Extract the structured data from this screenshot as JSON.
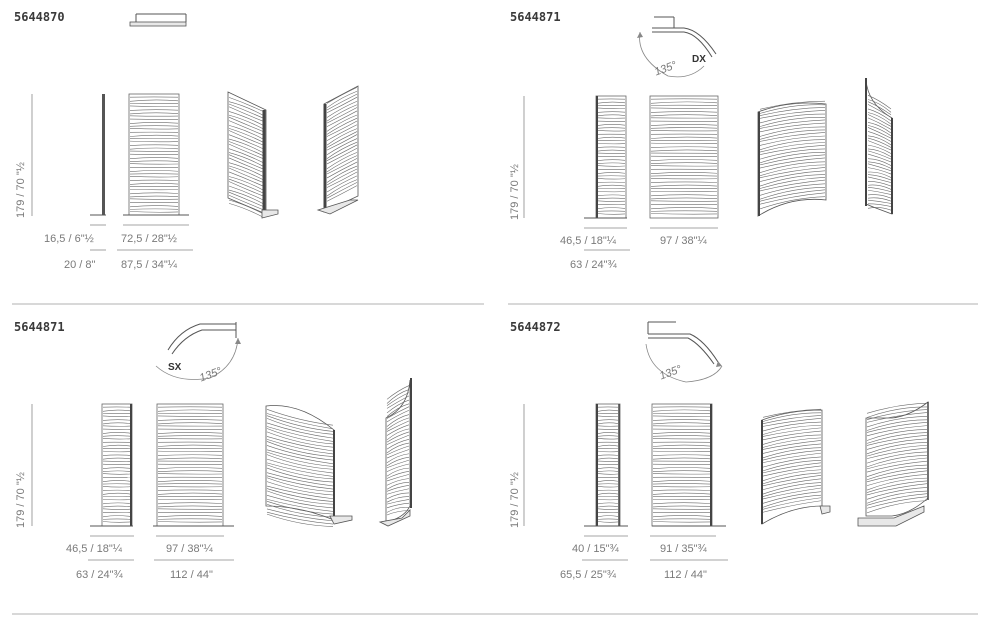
{
  "panels": [
    {
      "code": "5644870",
      "direction": "",
      "angle": "",
      "height_label": "179 / 70 \"½",
      "dims_row1": [
        "16,5 / 6\"½",
        "72,5 / 28\"½"
      ],
      "dims_row2": [
        "20 / 8\"",
        "87,5 / 34\"¼"
      ]
    },
    {
      "code": "5644871",
      "direction": "DX",
      "angle": "135°",
      "height_label": "179 / 70 \"½",
      "dims_row1": [
        "46,5 / 18\"¼",
        "97 / 38\"¼"
      ],
      "dims_row2": [
        "63 / 24\"¾",
        ""
      ]
    },
    {
      "code": "5644871",
      "direction": "SX",
      "angle": "135°",
      "height_label": "179 / 70 \"½",
      "dims_row1": [
        "46,5 / 18\"¼",
        "97 / 38\"¼"
      ],
      "dims_row2": [
        "63 / 24\"¾",
        "112 / 44\""
      ]
    },
    {
      "code": "5644872",
      "direction": "",
      "angle": "135°",
      "height_label": "179 / 70 \"½",
      "dims_row1": [
        "40 / 15\"¾",
        "91 / 35\"¾"
      ],
      "dims_row2": [
        "65,5 / 25\"¾",
        "112 / 44\""
      ]
    }
  ]
}
